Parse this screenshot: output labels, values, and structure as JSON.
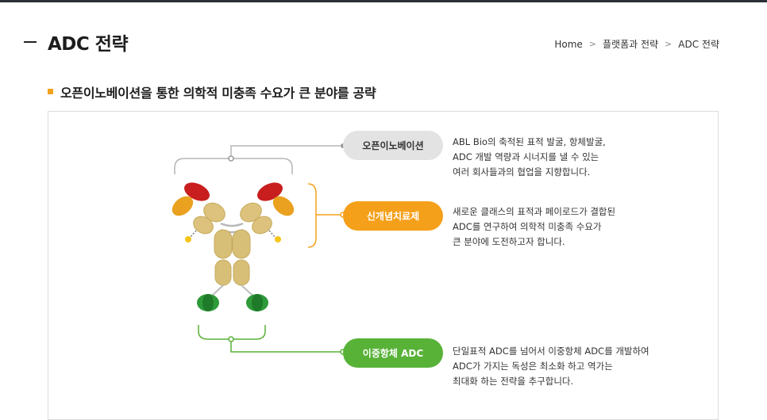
{
  "header": {
    "title": "ADC 전략",
    "breadcrumb": [
      "Home",
      "플랫폼과 전략",
      "ADC 전략"
    ]
  },
  "section": {
    "subheading": "오픈이노베이션을 통한 의학적 미충족 수요가 큰 분야를 공략"
  },
  "items": [
    {
      "label": "오픈이노베이션",
      "color": "#e3e3e3",
      "lines": [
        "ABL Bio의 축적된 표적 발굴, 항체발굴,",
        "ADC 개발 역량과 시너지를 낼 수 있는",
        "여러 회사들과의 협업을 지향합니다."
      ]
    },
    {
      "label": "신개념치료제",
      "color": "#f5a01a",
      "lines": [
        "새로운 클래스의 표적과 페이로드가 결합된",
        "ADC를 연구하여 의학적 미충족 수요가",
        "큰 분야에 도전하고자 합니다."
      ]
    },
    {
      "label": "이중항체 ADC",
      "color": "#58b238",
      "lines": [
        "단일표적 ADC를 넘어서 이중항체 ADC를 개발하여",
        "ADC가 가지는 독성은 최소화 하고 역가는",
        "최대화 하는 전략을 추구합니다."
      ]
    }
  ],
  "colors": {
    "accent": "#f0a21c",
    "gray_connector": "#b5b5b5",
    "orange_connector": "#f5a01a",
    "green_connector": "#58b238"
  }
}
